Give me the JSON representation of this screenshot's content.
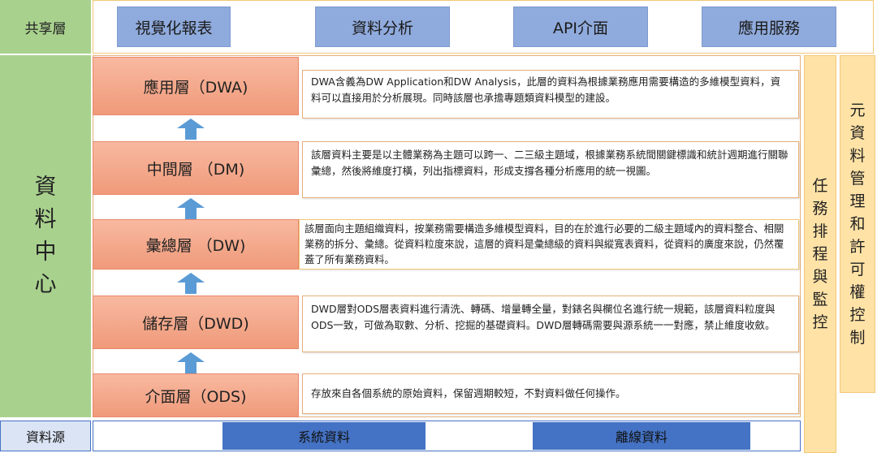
{
  "shared": {
    "label": "共享層",
    "items": [
      "視覺化報表",
      "資料分析",
      "API介面",
      "應用服務"
    ]
  },
  "data_center": {
    "label": "資料中心"
  },
  "layers": [
    {
      "name": "應用層（DWA)",
      "desc": "DWA含義為DW Application和DW Analysis，此層的資料為根據業務應用需要構造的多維模型資料，資料可以直接用於分析展現。同時該層也承擔專題類資料模型的建設。"
    },
    {
      "name": "中間層 （DM)",
      "desc": "該層資料主要是以主體業務為主題可以跨一、二三級主題域，根據業務系統間關鍵標識和統計週期進行關聯彙總，然後將維度打橫，列出指標資料，形成支撐各種分析應用的統一視圖。"
    },
    {
      "name": "彙總層 （DW)",
      "desc": "該層面向主題組織資料，按業務需要構造多維模型資料，目的在於進行必要的二級主題域內的資料整合、相關業務的拆分、彙總。從資料粒度來說，這層的資料是彙總級的資料與縱寬表資料，從資料的廣度來說，仍然覆蓋了所有業務資料。"
    },
    {
      "name": "儲存層（DWD)",
      "desc": "DWD層對ODS層表資料進行清洗、轉碼、增量轉全量，對錶名與欄位名進行統一規範，該層資料粒度與ODS一致，可做為取數、分析、挖掘的基礎資料。DWD層轉碼需要與源系統一一對應，禁止維度收斂。"
    },
    {
      "name": "介面層（ODS)",
      "desc": "存放來自各個系統的原始資料，保留週期較短，不對資料做任何操作。"
    }
  ],
  "task_monitor": {
    "label": "任務排程與監控"
  },
  "metadata": {
    "label": "元資料管理和許可權控制"
  },
  "source": {
    "label": "資料源",
    "items": [
      "系統資料",
      "離線資料"
    ]
  }
}
